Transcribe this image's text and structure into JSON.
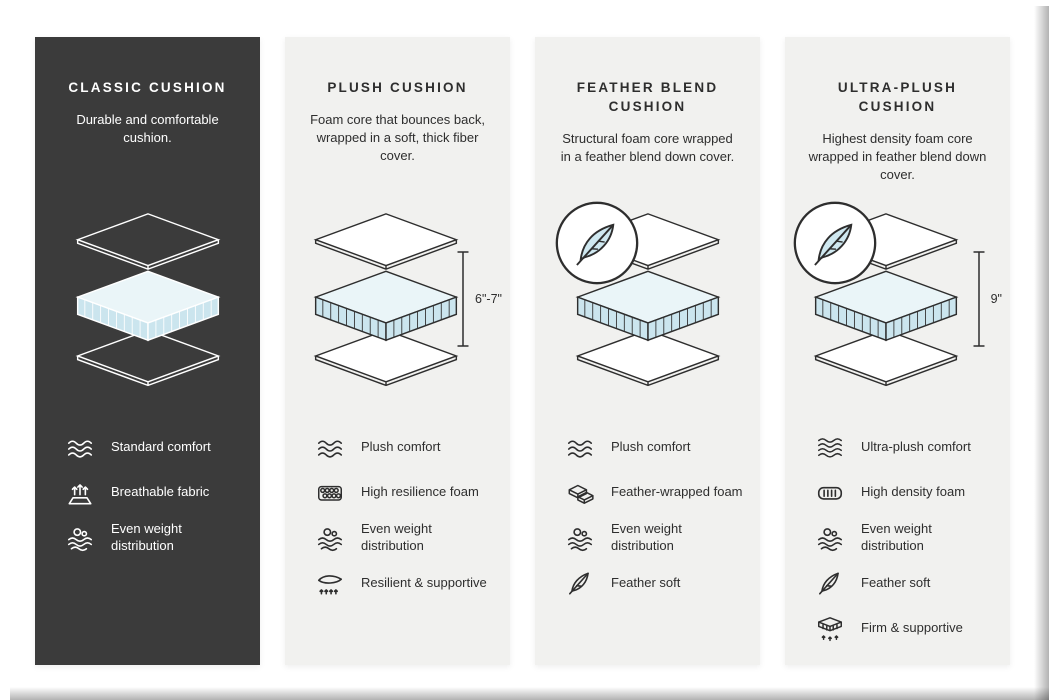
{
  "colors": {
    "dark_panel": "#3b3b3b",
    "light_panel": "#f1f1ef",
    "cushion_fill": "#cbe5ee",
    "cushion_top_fill": "#eaf5f8",
    "line": "#2e2e2e"
  },
  "columns": [
    {
      "title": "CLASSIC CUSHION",
      "description": "Durable and comfortable cushion.",
      "theme": "dark",
      "has_feather_badge": false,
      "features": [
        {
          "icon": "waves",
          "label": "Standard comfort"
        },
        {
          "icon": "breathable",
          "label": "Breathable fabric"
        },
        {
          "icon": "weight-distribution",
          "label": "Even weight distribution"
        }
      ]
    },
    {
      "title": "PLUSH CUSHION",
      "description": "Foam core that bounces back, wrapped in a soft, thick fiber cover.",
      "theme": "light",
      "has_feather_badge": false,
      "measurement": "6\"-7\"",
      "features": [
        {
          "icon": "waves",
          "label": "Plush comfort"
        },
        {
          "icon": "foam-cells",
          "label": "High resilience foam"
        },
        {
          "icon": "weight-distribution",
          "label": "Even weight distribution"
        },
        {
          "icon": "resilient",
          "label": "Resilient & supportive"
        }
      ]
    },
    {
      "title": "FEATHER BLEND CUSHION",
      "description": "Structural foam core wrapped in a feather blend down cover.",
      "theme": "light",
      "has_feather_badge": true,
      "features": [
        {
          "icon": "waves",
          "label": "Plush comfort"
        },
        {
          "icon": "foam-bricks",
          "label": "Feather-wrapped foam"
        },
        {
          "icon": "weight-distribution",
          "label": "Even weight distribution"
        },
        {
          "icon": "feather",
          "label": "Feather soft"
        }
      ]
    },
    {
      "title": "ULTRA-PLUSH CUSHION",
      "description": "Highest density foam core wrapped in feather blend down cover.",
      "theme": "light",
      "has_feather_badge": true,
      "measurement": "9\"",
      "features": [
        {
          "icon": "waves-dense",
          "label": "Ultra-plush comfort"
        },
        {
          "icon": "density-foam",
          "label": "High density foam"
        },
        {
          "icon": "weight-distribution",
          "label": "Even weight distribution"
        },
        {
          "icon": "feather",
          "label": "Feather soft"
        },
        {
          "icon": "firm",
          "label": "Firm & supportive"
        }
      ]
    }
  ]
}
